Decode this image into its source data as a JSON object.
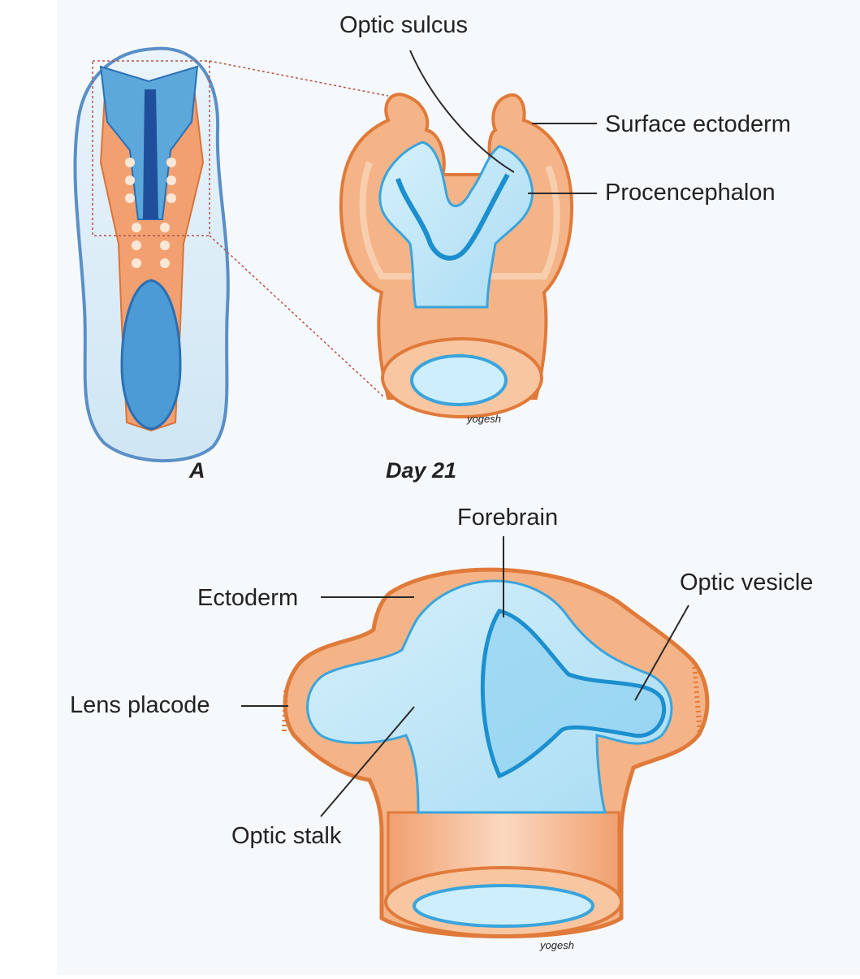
{
  "colors": {
    "ectoderm": "#f2a070",
    "ectoderm_dark": "#e07a3a",
    "neural": "#bfe6f7",
    "neural_dark": "#1c8fcf",
    "deep_blue": "#2b6fb5",
    "background_panel": "#f5f8fa"
  },
  "panel_a": {
    "caption": "A"
  },
  "panel_day21": {
    "caption": "Day 21",
    "labels": {
      "optic_sulcus": "Optic sulcus",
      "surface_ectoderm": "Surface ectoderm",
      "procencephalon": "Procencephalon"
    }
  },
  "panel_bottom": {
    "labels": {
      "forebrain": "Forebrain",
      "ectoderm": "Ectoderm",
      "optic_vesicle": "Optic vesicle",
      "lens_placode": "Lens placode",
      "optic_stalk": "Optic stalk"
    }
  }
}
